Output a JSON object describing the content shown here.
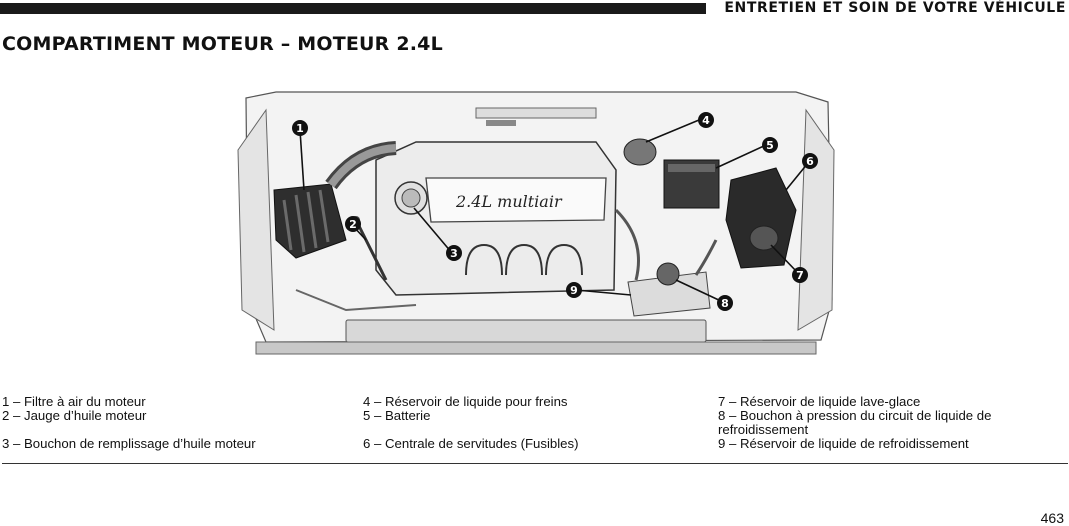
{
  "header": {
    "section_title": "ENTRETIEN ET SOIN DE VOTRE VÉHICULE",
    "page_title": "COMPARTIMENT MOTEUR – MOTEUR 2.4L"
  },
  "figure": {
    "engine_cover_text": "2.4L multiair",
    "callouts": [
      "1",
      "2",
      "3",
      "4",
      "5",
      "6",
      "7",
      "8",
      "9"
    ]
  },
  "legend": {
    "col1": [
      "1 – Filtre à air du moteur",
      "2 – Jauge d’huile moteur",
      "3 – Bouchon de remplissage d’huile moteur"
    ],
    "col2": [
      "4 – Réservoir de liquide pour freins",
      "5 – Batterie",
      "6 – Centrale de servitudes (Fusibles)"
    ],
    "col3": [
      "7 – Réservoir de liquide lave-glace",
      "8 – Bouchon à pression du circuit de liquide de refroidissement",
      "9 – Réservoir de liquide de refroidissement"
    ]
  },
  "footer": {
    "page_number": "463"
  }
}
